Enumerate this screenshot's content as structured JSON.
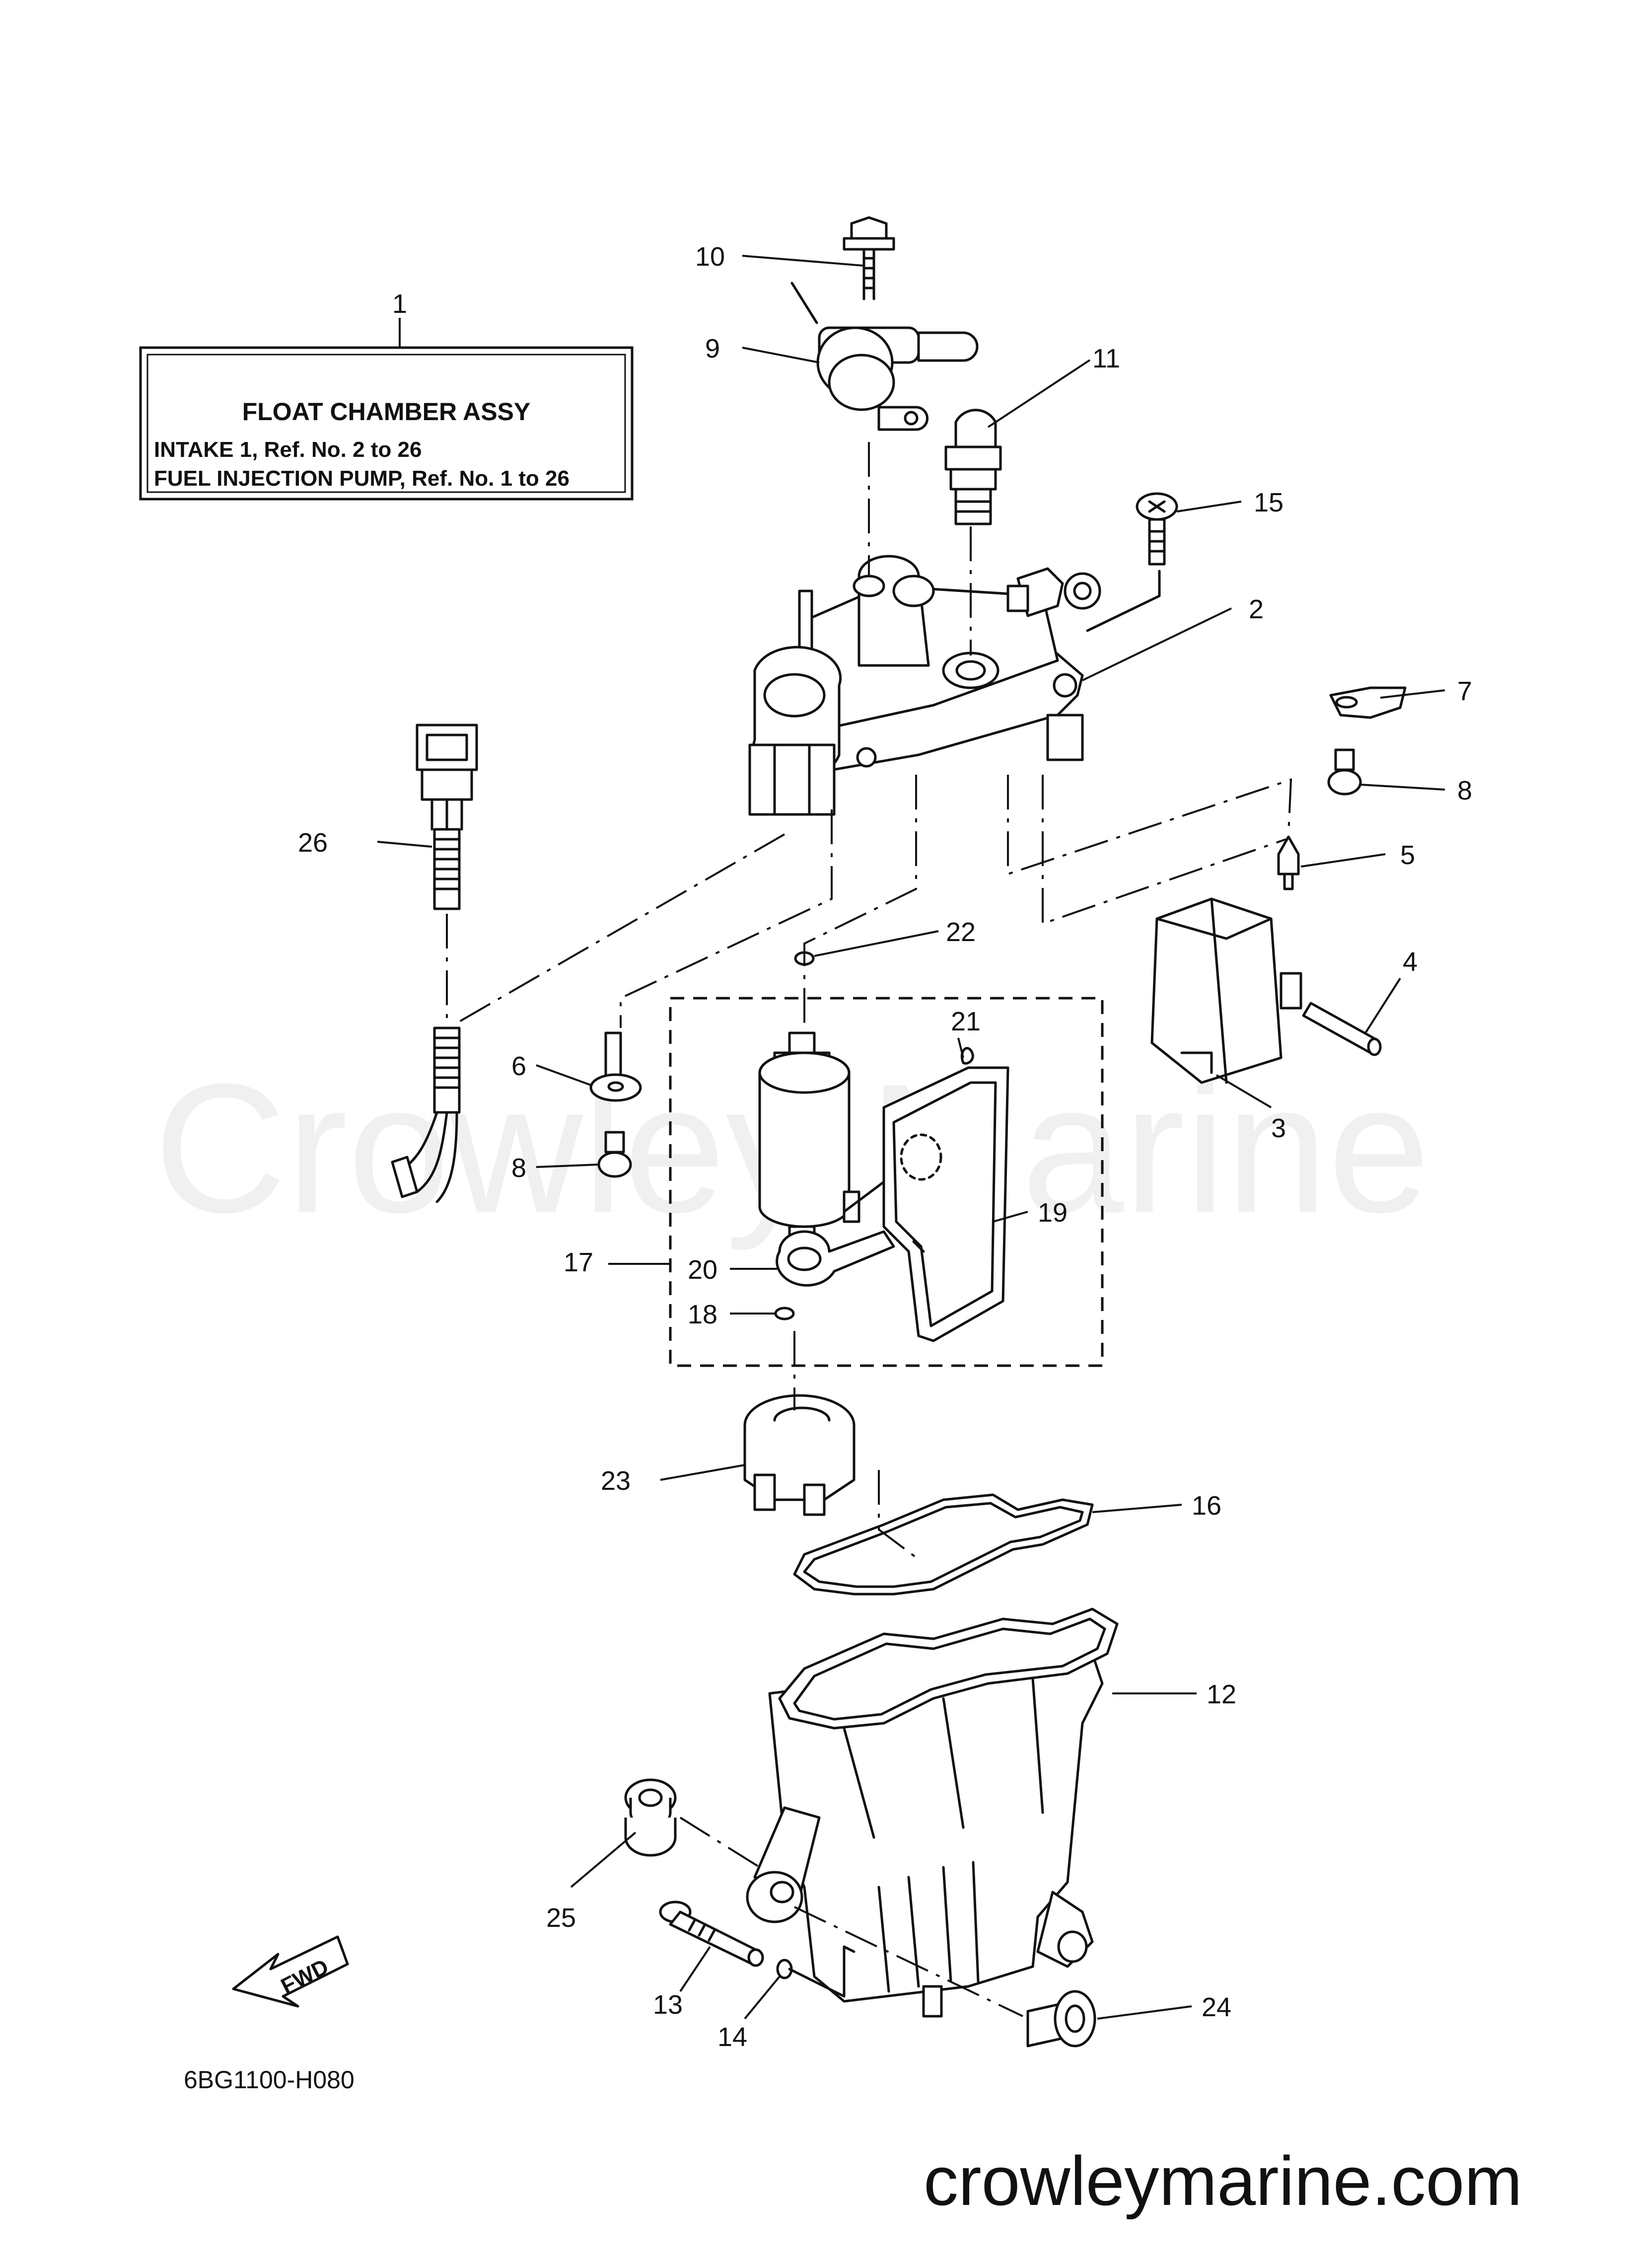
{
  "info_box": {
    "ref": "1",
    "title": "FLOAT CHAMBER ASSY",
    "line1": "INTAKE 1,   Ref.  No.  2  to  26",
    "line2": "FUEL INJECTION PUMP,   Ref.  No.  1  to  26"
  },
  "part_labels": [
    "2",
    "3",
    "4",
    "5",
    "6",
    "7",
    "8",
    "8",
    "9",
    "10",
    "11",
    "12",
    "13",
    "14",
    "15",
    "16",
    "17",
    "18",
    "19",
    "20",
    "21",
    "22",
    "23",
    "24",
    "25",
    "26"
  ],
  "fwd_label": "FWD",
  "diagram_code": "6BG1100-H080",
  "watermark": "Crowley Marine",
  "website": "crowleymarine.com",
  "colors": {
    "line": "#111111",
    "background": "#ffffff",
    "watermark": "#efefef"
  }
}
